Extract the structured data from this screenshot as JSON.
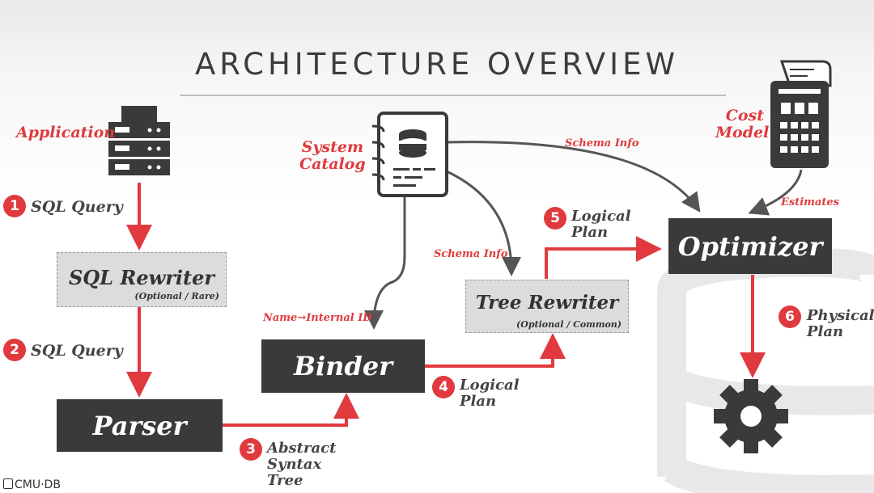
{
  "title": "ARCHITECTURE OVERVIEW",
  "nodes": {
    "application": "Application",
    "sql_rewriter": "SQL Rewriter",
    "sql_rewriter_note": "(Optional / Rare)",
    "parser": "Parser",
    "binder": "Binder",
    "tree_rewriter": "Tree Rewriter",
    "tree_rewriter_note": "(Optional / Common)",
    "optimizer": "Optimizer",
    "system_catalog": "System\nCatalog",
    "cost_model": "Cost\nModel"
  },
  "edge_labels": {
    "schema_info_top": "Schema Info",
    "schema_info_mid": "Schema Info",
    "name_internal_id": "Name→Internal ID",
    "estimates": "Estimates"
  },
  "steps": [
    {
      "num": "1",
      "label": "SQL Query"
    },
    {
      "num": "2",
      "label": "SQL Query"
    },
    {
      "num": "3",
      "label": "Abstract\nSyntax\nTree"
    },
    {
      "num": "4",
      "label": "Logical\nPlan"
    },
    {
      "num": "5",
      "label": "Logical\nPlan"
    },
    {
      "num": "6",
      "label": "Physical\nPlan"
    }
  ],
  "footer": "CMU·DB",
  "colors": {
    "accent": "#e03a3e",
    "dark": "#3a3a3a",
    "light": "#dcdcdc",
    "gray_arrow": "#555555"
  }
}
